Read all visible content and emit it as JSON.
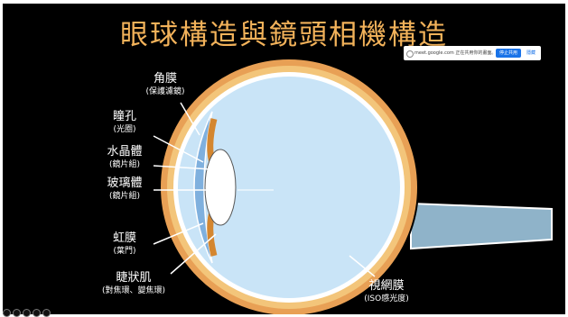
{
  "slide": {
    "title": "眼球構造與鏡頭相機構造",
    "labels": {
      "cornea": {
        "main": "角膜",
        "sub": "(保護濾鏡)"
      },
      "pupil": {
        "main": "瞳孔",
        "sub": "(光圈)"
      },
      "lens": {
        "main": "水晶體",
        "sub": "(鏡片組)"
      },
      "vitreous": {
        "main": "玻璃體",
        "sub": "(鏡片組)"
      },
      "iris": {
        "main": "虹膜",
        "sub": "(葉門)"
      },
      "ciliary": {
        "main": "睫狀肌",
        "sub": "(對焦環、變焦環)"
      },
      "retina": {
        "main": "視網膜",
        "sub": "(ISO感光度)"
      }
    }
  },
  "share_bar": {
    "message": "meet.google.com 正在共用你的畫面。",
    "stop_label": "停止共用",
    "hide_label": "隱藏"
  },
  "colors": {
    "title": "#f2b25a",
    "vitreous": "#c9e4f7",
    "sclera": "#e8a055",
    "choroid": "#f0c070",
    "cornea": "#7fb0de",
    "nerve": "#8fb3c9"
  }
}
